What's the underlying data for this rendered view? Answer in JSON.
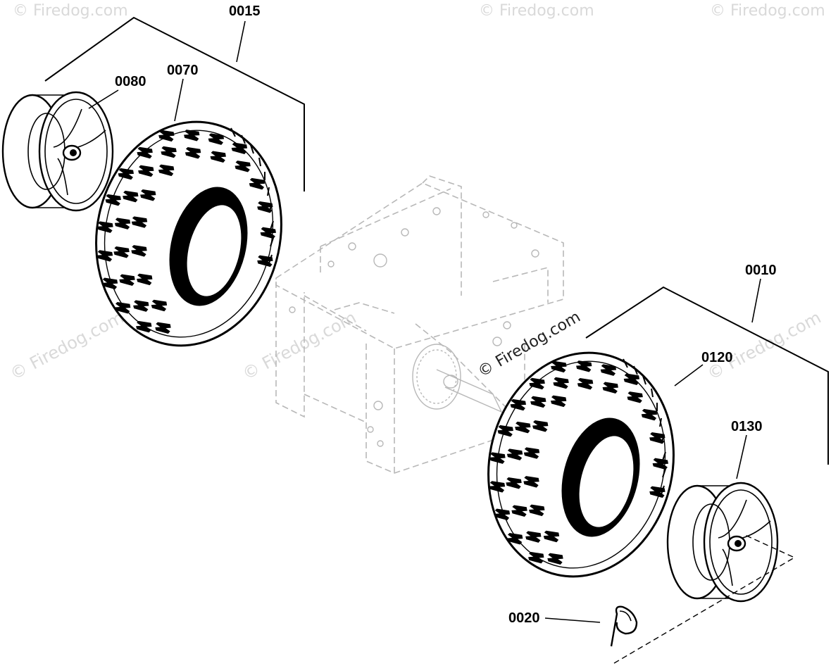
{
  "diagram": {
    "callouts": {
      "c0015": "0015",
      "c0070": "0070",
      "c0080": "0080",
      "c0010": "0010",
      "c0120": "0120",
      "c0130": "0130",
      "c0020": "0020"
    },
    "watermark": {
      "text": "© Firedog.com",
      "center_text": "© Firedog.com"
    }
  }
}
